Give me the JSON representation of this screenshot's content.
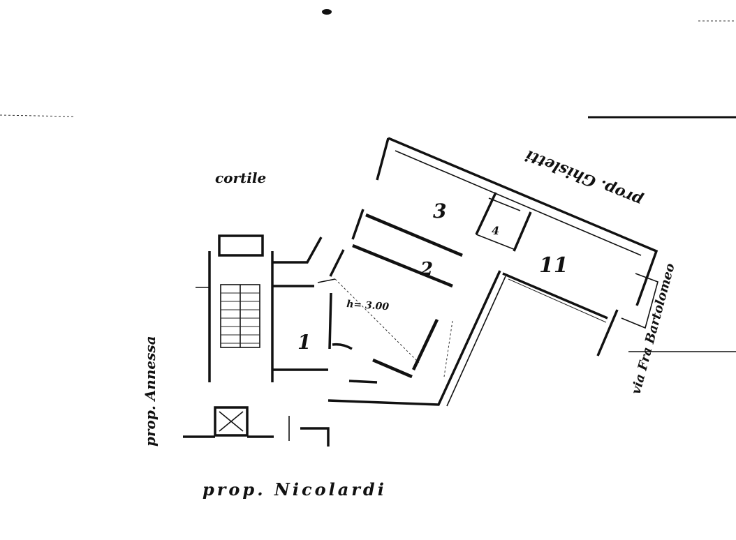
{
  "labels": {
    "cortile": "cortile",
    "prop_ghisletti": "prop. Ghisletti",
    "via_fra_bartolomeo": "via Fra Bartolomeo",
    "prop_annessa": "prop. Annessa",
    "prop_nicolardi": "prop. Nicolardi",
    "height_note": "h= 3.00",
    "room_1": "1",
    "room_2": "2",
    "room_3": "3",
    "room_4": "4",
    "room_11": "11"
  }
}
